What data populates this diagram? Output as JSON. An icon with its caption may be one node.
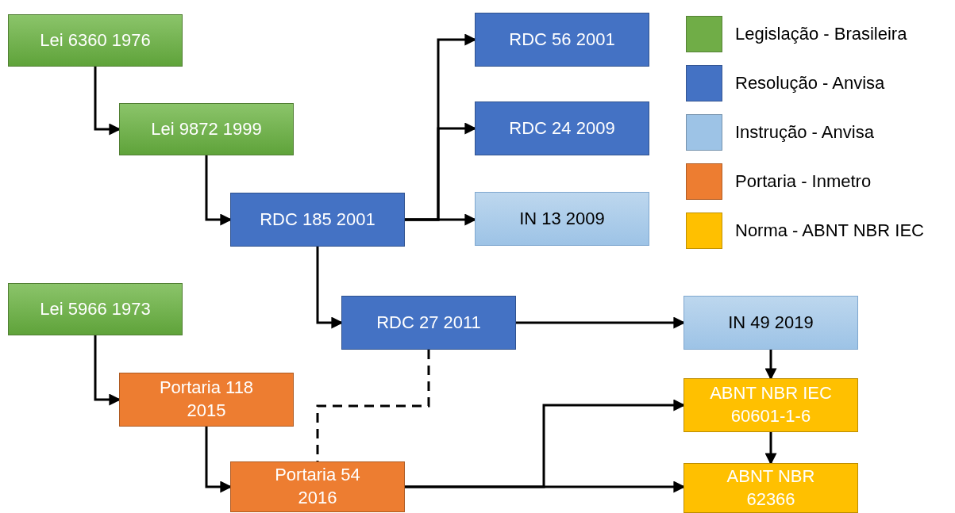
{
  "diagram": {
    "nodes": [
      {
        "text": [
          "Lei 6360 1976"
        ]
      },
      {
        "text": [
          "Lei 9872 1999"
        ]
      },
      {
        "text": [
          "RDC 185 2001"
        ]
      },
      {
        "text": [
          "RDC 56 2001"
        ]
      },
      {
        "text": [
          "RDC 24 2009"
        ]
      },
      {
        "text": [
          "IN 13 2009"
        ]
      },
      {
        "text": [
          "Lei 5966 1973"
        ]
      },
      {
        "text": [
          "RDC 27 2011"
        ]
      },
      {
        "text": [
          "IN 49 2019"
        ]
      },
      {
        "text": [
          "Portaria 118 2015"
        ]
      },
      {
        "text": [
          "ABNT NBR IEC 60601-1-6"
        ]
      },
      {
        "text": [
          "Portaria 54 2016"
        ]
      },
      {
        "text": [
          "ABNT NBR 62366"
        ]
      }
    ],
    "edges": [
      {
        "from": 0,
        "to": 1,
        "arrow": "to"
      },
      {
        "from": 1,
        "to": 2,
        "arrow": "to"
      },
      {
        "from": 2,
        "to": 3,
        "arrow": "to"
      },
      {
        "from": 2,
        "to": 4,
        "arrow": "to"
      },
      {
        "from": 2,
        "to": 5,
        "arrow": "to"
      },
      {
        "from": 2,
        "to": 7,
        "arrow": "to"
      },
      {
        "from": 6,
        "to": 9,
        "arrow": "to"
      },
      {
        "from": 9,
        "to": 11,
        "arrow": "to"
      },
      {
        "from": 7,
        "to": 11,
        "arrow": "none",
        "style": "dashed"
      },
      {
        "from": 7,
        "to": 8,
        "arrow": "to"
      },
      {
        "from": 8,
        "to": 10,
        "arrow": "to"
      },
      {
        "from": 10,
        "to": 12,
        "arrow": "to"
      },
      {
        "from": 11,
        "to": 10,
        "arrow": "to"
      },
      {
        "from": 11,
        "to": 12,
        "arrow": "to"
      }
    ],
    "legend": [
      {
        "text": "Legislação - Brasileira",
        "color": "#70ad47"
      },
      {
        "text": "Resolução - Anvisa",
        "color": "#4472c4"
      },
      {
        "text": "Instrução - Anvisa",
        "color": "#9dc3e6"
      },
      {
        "text": "Portaria - Inmetro",
        "color": "#ed7d31"
      },
      {
        "text": "Norma - ABNT NBR IEC",
        "color": "#ffc000"
      }
    ]
  }
}
